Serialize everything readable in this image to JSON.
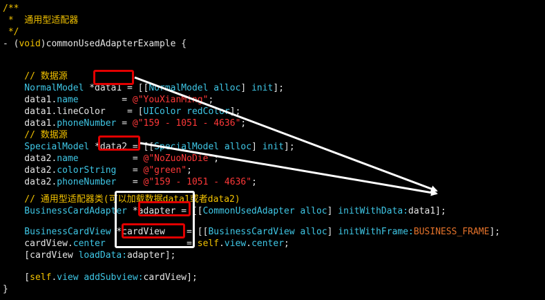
{
  "code": {
    "l1": "/**",
    "l2": " *  通用型适配器",
    "l3": " */",
    "l4_a": "- (",
    "l4_kw": "void",
    "l4_b": ")commonUsedAdapterExample {",
    "c1": "    // 数据源",
    "l7_cls": "    NormalModel",
    "l7_var": " *data1",
    "l7_eq": " = [[",
    "l7_cls2": "NormalModel",
    "l7_sp": " ",
    "l7_m1": "alloc",
    "l7_mid": "] ",
    "l7_m2": "init",
    "l7_end": "];",
    "l8_obj": "    data1.",
    "l8_prop": "name",
    "l8_eq": "        = ",
    "l8_str": "@\"YouXianMing\"",
    "l8_end": ";",
    "l9_obj": "    data1.lineColor",
    "l9_eq": "    = [",
    "l9_cls": "UIColor",
    "l9_sp": " ",
    "l9_m": "redColor",
    "l9_end": "];",
    "l10_obj": "    data1.",
    "l10_prop": "phoneNumber",
    "l10_eq": " = ",
    "l10_str": "@\"159 - 1051 - 4636\"",
    "l10_end": ";",
    "c2": "    // 数据源",
    "l13_cls": "    SpecialModel",
    "l13_var": " *data2",
    "l13_eq": " = [[",
    "l13_cls2": "SpecialModel",
    "l13_sp": " ",
    "l13_m1": "alloc",
    "l13_mid": "] ",
    "l13_m2": "init",
    "l13_end": "];",
    "l14_obj": "    data2.",
    "l14_prop": "name",
    "l14_eq": "          = ",
    "l14_str": "@\"NoZuoNoDie\"",
    "l14_end": ";",
    "l15_obj": "    data2.",
    "l15_prop": "colorString",
    "l15_eq": "   = ",
    "l15_str": "@\"green\"",
    "l15_end": ";",
    "l16_obj": "    data2.",
    "l16_prop": "phoneNumber",
    "l16_eq": "   = ",
    "l16_str": "@\"159 - 1051 - 4636\"",
    "l16_end": ";",
    "c3": "    // 通用型适配器类(可以加载数据data1或者data2)",
    "l19_cls": "    BusinessCardAdapter",
    "l19_var": " *adapter",
    "l19_eq": " = [[",
    "l19_cls2": "CommonUsedAdapter",
    "l19_sp": " ",
    "l19_m1": "alloc",
    "l19_mid": "] ",
    "l19_m2": "initWithData:",
    "l19_end": "data1];",
    "l21_cls": "    BusinessCardView",
    "l21_var": " *cardView",
    "l21_eq": "    = [[",
    "l21_cls2": "BusinessCardView",
    "l21_sp": " ",
    "l21_m1": "alloc",
    "l21_mid": "] ",
    "l21_m2": "initWithFrame:",
    "l21_mac": "BUSINESS_FRAME",
    "l21_end": "];",
    "l22_obj": "    cardView.",
    "l22_prop": "center",
    "l22_eq": "               = ",
    "l22_kw": "self",
    "l22_dot": ".",
    "l22_p2": "view",
    "l22_dot2": ".",
    "l22_p3": "center",
    "l22_end": ";",
    "l23_a": "    [cardView ",
    "l23_m": "loadData:",
    "l23_end": "adapter];",
    "l25_a": "    [",
    "l25_kw": "self",
    "l25_dot": ".",
    "l25_p": "view",
    "l25_sp": " ",
    "l25_m": "addSubview:",
    "l25_end": "cardView];",
    "l26": "}"
  }
}
